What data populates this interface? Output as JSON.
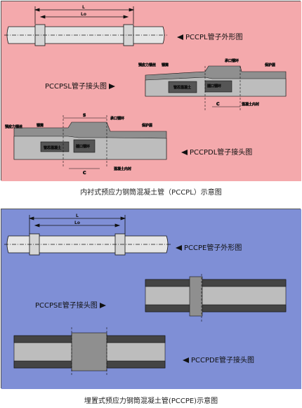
{
  "top": {
    "bg": "#f4a9ac",
    "pipe_label": "PCCPL管子外形图",
    "psl_label": "PCCPSL管子接头图",
    "pdl_label": "PCCPDL管子接头图",
    "dim_L": "L",
    "dim_Lo": "Lo",
    "caption": "内衬式预应力钢筒混凝土管（PCCPL）示意图",
    "annot": {
      "prestress": "预应力钢丝",
      "steel": "钢筒",
      "socket_ring": "承口钢环",
      "protect": "保护层",
      "core": "管芯混凝土",
      "inner": "混凝土内衬",
      "spigot": "插口钢环",
      "s": "S",
      "c": "C"
    }
  },
  "bottom": {
    "bg": "#7f8fd6",
    "pipe_label": "PCCPE管子外形图",
    "pse_label": "PCCPSE管子接头图",
    "pde_label": "PCCPDE管子接头图",
    "dim_L": "L",
    "dim_Lo": "Lo",
    "caption": "埋置式预应力钢筒混凝土管(PCCPE)示意图"
  }
}
